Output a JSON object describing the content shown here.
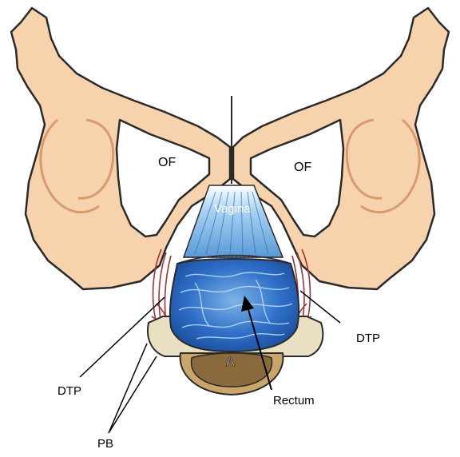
{
  "labels": {
    "of_left": "OF",
    "of_right": "OF",
    "vagina": "Vagina",
    "dtp_left": "DTP",
    "dtp_right": "DTP",
    "anus": "A",
    "rectum": "Rectum",
    "pb": "PB"
  },
  "colors": {
    "bone_fill": "#f7d3ad",
    "bone_stroke": "#2a2a2a",
    "bone_detail": "#d99a6c",
    "vagina_blue": "#5a9ad8",
    "vagina_light": "#a9d3f2",
    "body_blue": "#2f6fc8",
    "body_dark": "#1c4f9f",
    "muscle_red": "#a2343a",
    "perineal_body": "#e9e0c4",
    "anus_brown": "#8a6a3d",
    "anus_ring": "#caa56a"
  }
}
